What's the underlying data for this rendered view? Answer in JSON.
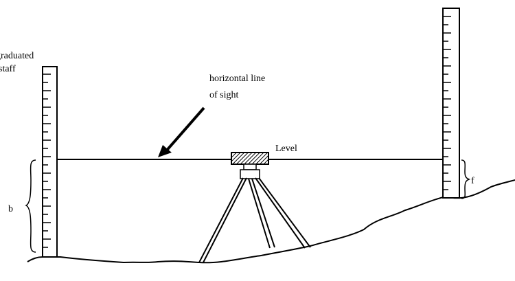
{
  "labels": {
    "staff": [
      "graduated",
      "staff"
    ],
    "line_of_sight": [
      "horizontal line",
      "of sight"
    ],
    "level": "Level",
    "b": "b",
    "f": "f"
  },
  "colors": {
    "ink": "#000000",
    "background": "#ffffff"
  }
}
